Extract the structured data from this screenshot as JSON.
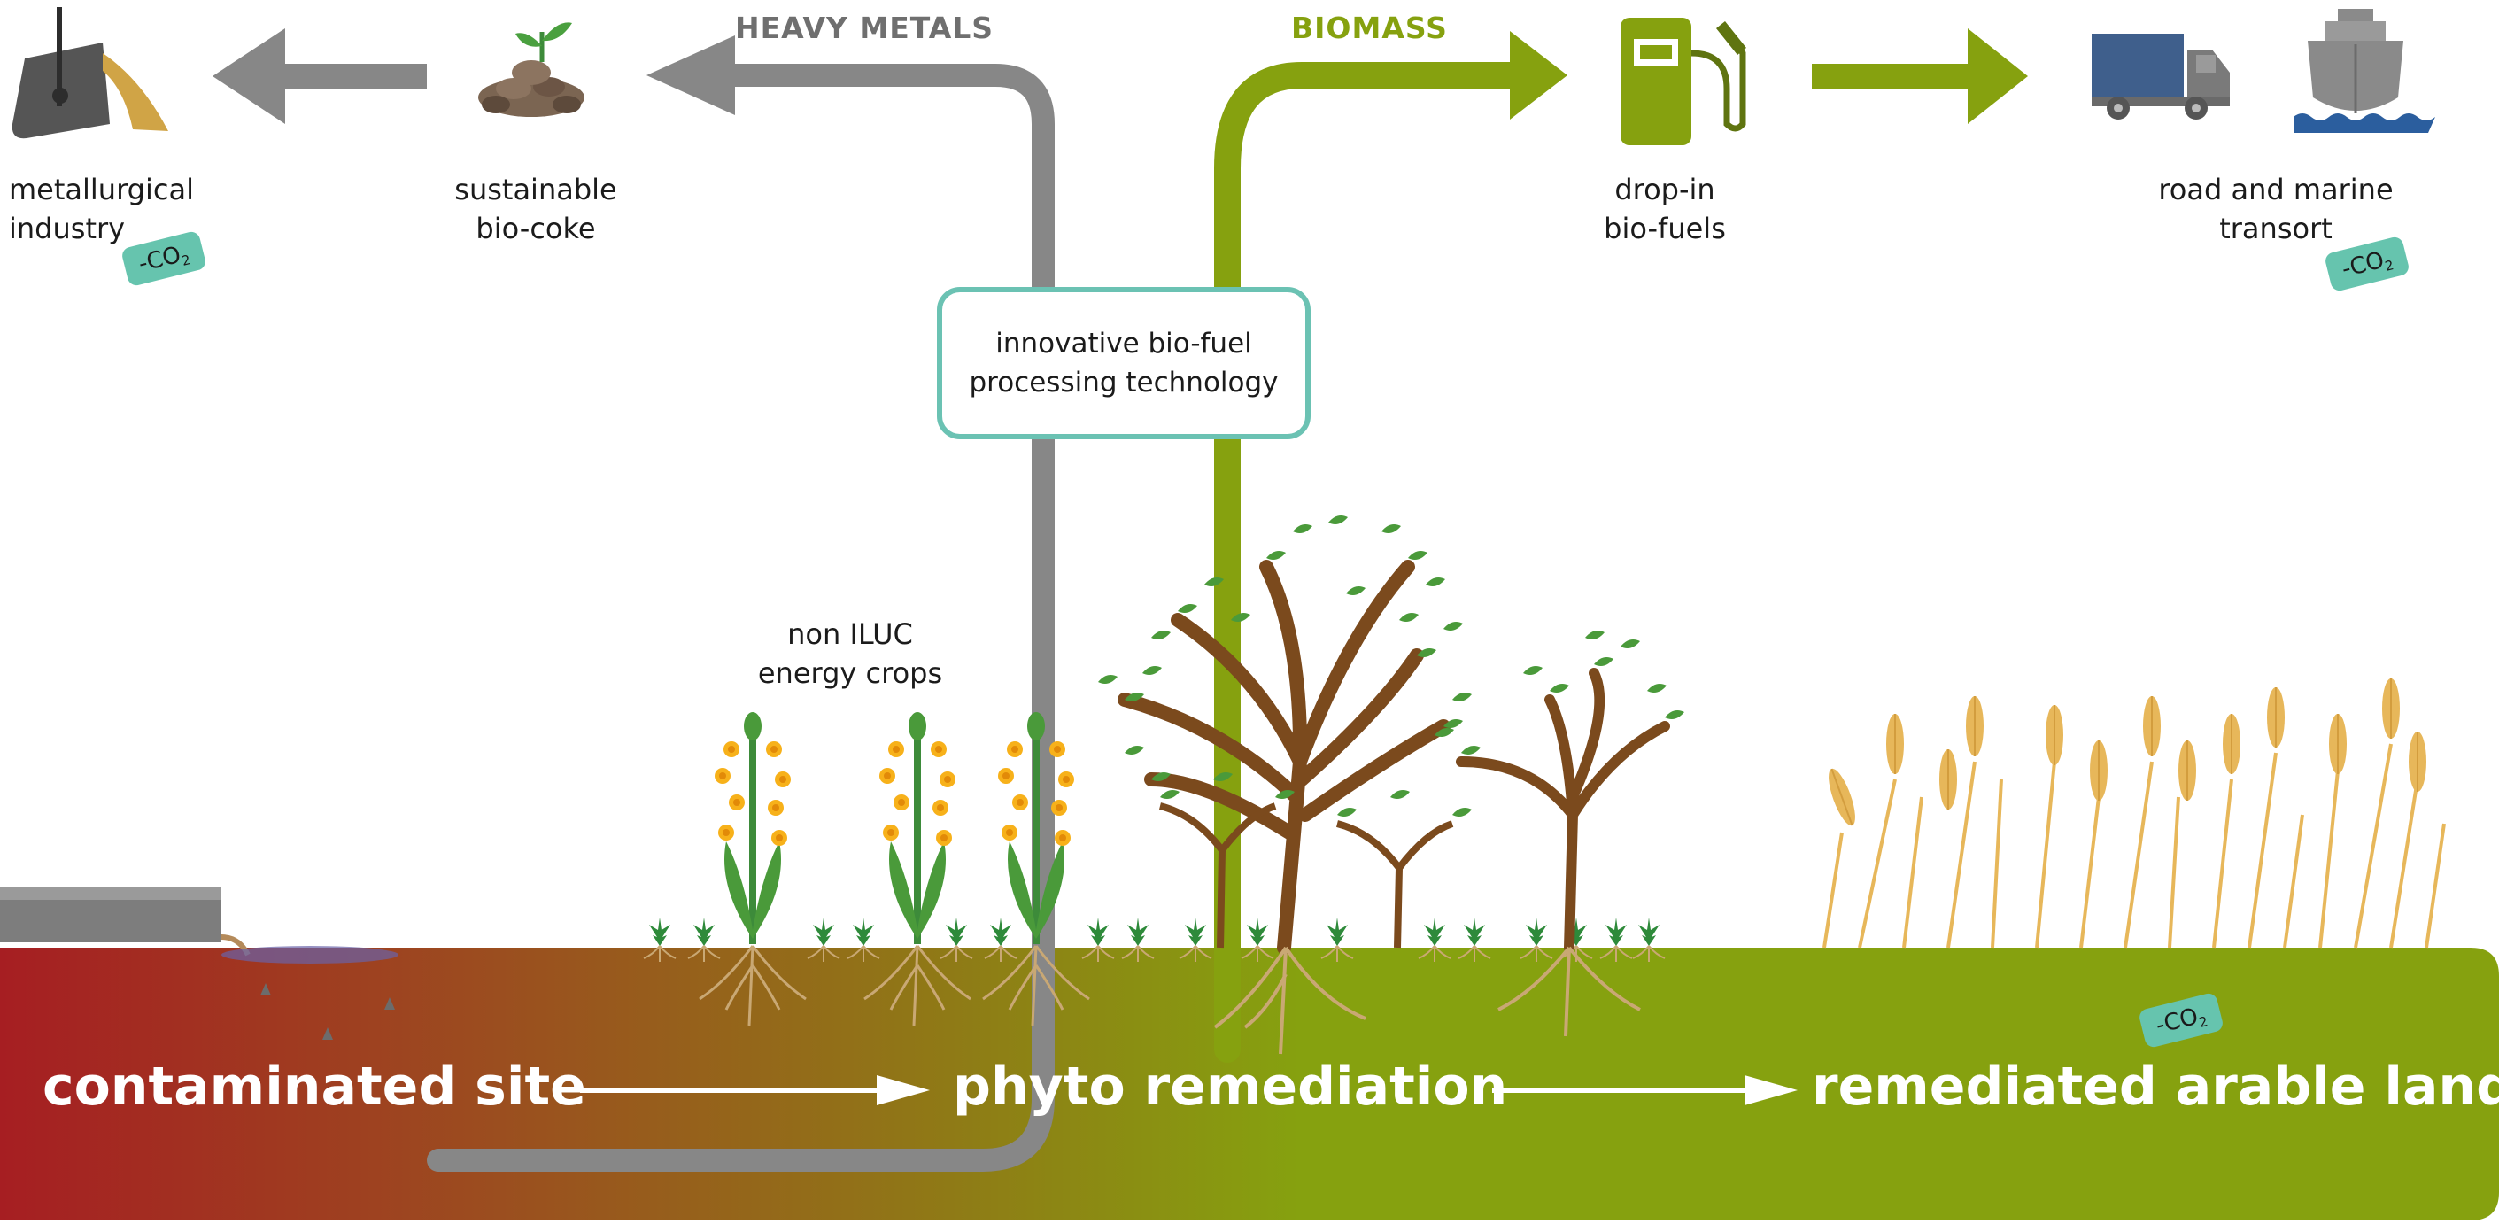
{
  "flows": {
    "heavy_metals": "HEAVY METALS",
    "biomass": "BIOMASS"
  },
  "top_items": {
    "metallurgical": [
      "metallurgical",
      "industry"
    ],
    "biocoke": [
      "sustainable",
      "bio-coke"
    ],
    "biofuels": [
      "drop-in",
      "bio-fuels"
    ],
    "transport": [
      "road and marine",
      "transort"
    ]
  },
  "process_box": [
    "innovative bio-fuel",
    "processing technology"
  ],
  "crops_label": [
    "non ILUC",
    "energy crops"
  ],
  "co2_badge": {
    "minus": "-CO",
    "sub": "2"
  },
  "ground": {
    "contaminated": "contaminated site",
    "phyto": "phyto remediation",
    "remediated": "remediated arable land"
  },
  "colors": {
    "metal_grey": "#878787",
    "biomass_green": "#86a10f",
    "co2_teal": "#66c4ae",
    "contaminated_red": "#a61e22",
    "soil_green": "#86a10f"
  }
}
